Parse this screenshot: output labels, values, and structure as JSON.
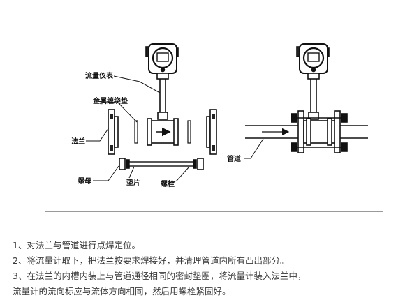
{
  "diagram": {
    "labels": {
      "flowmeter": "流量仪表",
      "gasket_metal": "金属缠绕垫",
      "flange": "法兰",
      "nut": "螺母",
      "washer": "垫片",
      "bolt": "螺栓",
      "pipe": "管道"
    }
  },
  "steps": [
    "1、对法兰与管道进行点焊定位。",
    "2、将流量计取下，把法兰按要求焊接好，并清理管道内所有凸出部分。",
    "3、在法兰的内槽内装上与管道通径相同的密封垫圈，将流量计装入法兰中，",
    "流量计的流向标应与流体方向相同，然后用螺栓紧固好。"
  ]
}
